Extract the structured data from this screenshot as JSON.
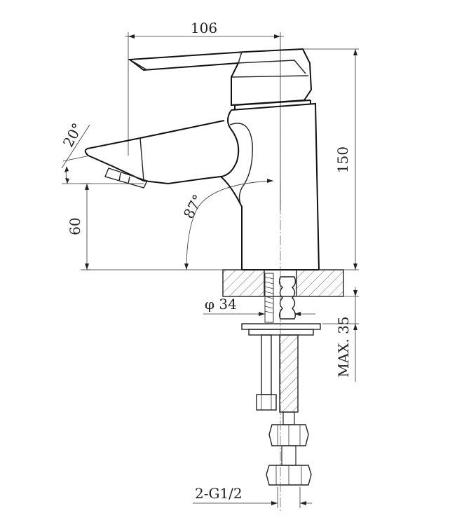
{
  "drawing": {
    "dims": {
      "width_top": "106",
      "height_total": "150",
      "spout_height": "60",
      "spout_angle": "20°",
      "body_angle": "87°",
      "base_diameter": "φ 34",
      "max_deck": "MAX. 35",
      "inlet_thread": "2-G1/2"
    },
    "colors": {
      "line": "#222222",
      "background": "#ffffff"
    }
  }
}
